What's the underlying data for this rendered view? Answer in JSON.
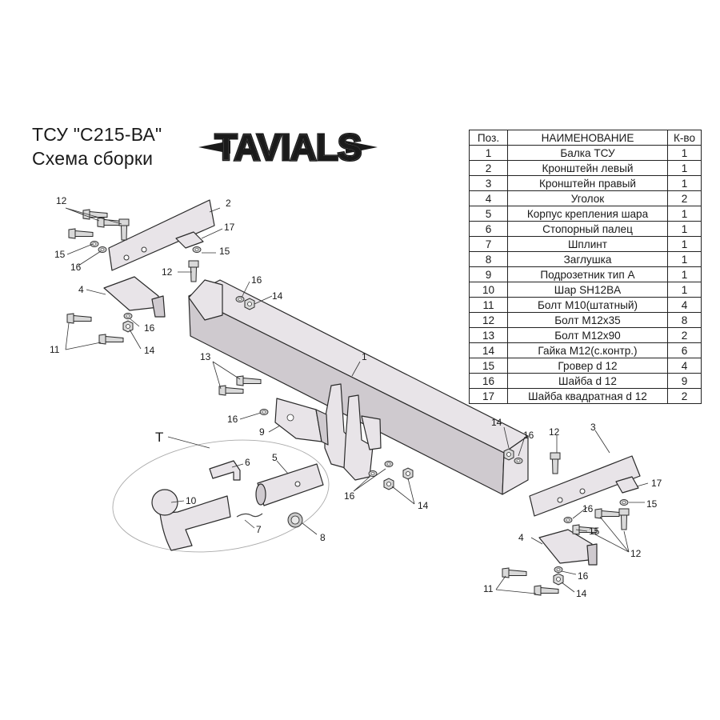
{
  "title": {
    "line1": "ТСУ  \"С215-ВА\"",
    "line2": "Схема сборки"
  },
  "logo": {
    "text": "TAVIALS",
    "color": "#1a1a1a"
  },
  "table": {
    "headers": {
      "pos": "Поз.",
      "name": "НАИМЕНОВАНИЕ",
      "qty": "К-во"
    },
    "rows": [
      {
        "pos": "1",
        "name": "Балка ТСУ",
        "qty": "1"
      },
      {
        "pos": "2",
        "name": "Кронштейн левый",
        "qty": "1"
      },
      {
        "pos": "3",
        "name": "Кронштейн правый",
        "qty": "1"
      },
      {
        "pos": "4",
        "name": "Уголок",
        "qty": "2"
      },
      {
        "pos": "5",
        "name": "Корпус крепления шара",
        "qty": "1"
      },
      {
        "pos": "6",
        "name": "Стопорный палец",
        "qty": "1"
      },
      {
        "pos": "7",
        "name": "Шплинт",
        "qty": "1"
      },
      {
        "pos": "8",
        "name": "Заглушка",
        "qty": "1"
      },
      {
        "pos": "9",
        "name": "Подрозетник тип А",
        "qty": "1"
      },
      {
        "pos": "10",
        "name": "Шар SH12BA",
        "qty": "1"
      },
      {
        "pos": "11",
        "name": "Болт М10(штатный)",
        "qty": "4"
      },
      {
        "pos": "12",
        "name": "Болт М12х35",
        "qty": "8"
      },
      {
        "pos": "13",
        "name": "Болт М12х90",
        "qty": "2"
      },
      {
        "pos": "14",
        "name": "Гайка М12(с.контр.)",
        "qty": "6"
      },
      {
        "pos": "15",
        "name": "Гровер d 12",
        "qty": "4"
      },
      {
        "pos": "16",
        "name": "Шайба d 12",
        "qty": "9"
      },
      {
        "pos": "17",
        "name": "Шайба квадратная d 12",
        "qty": "2"
      }
    ]
  },
  "diagram": {
    "labels": {
      "l1": "1",
      "l2": "2",
      "l3": "3",
      "l4a": "4",
      "l4b": "4",
      "l5": "5",
      "l6": "6",
      "l7": "7",
      "l8": "8",
      "l9": "9",
      "l10": "10",
      "l11a": "11",
      "l11b": "11",
      "l12a": "12",
      "l12b": "12",
      "l12c": "12",
      "l12d": "12",
      "l13": "13",
      "l14a": "14",
      "l14b": "14",
      "l14c": "14",
      "l14d": "14",
      "l14e": "14",
      "l15a": "15",
      "l15b": "15",
      "l15c": "15",
      "l15d": "15",
      "l16a": "16",
      "l16b": "16",
      "l16c": "16",
      "l16d": "16",
      "l16e": "16",
      "l16f": "16",
      "l16g": "16",
      "l16h": "16",
      "l17a": "17",
      "l17b": "17",
      "lT": "T"
    }
  }
}
